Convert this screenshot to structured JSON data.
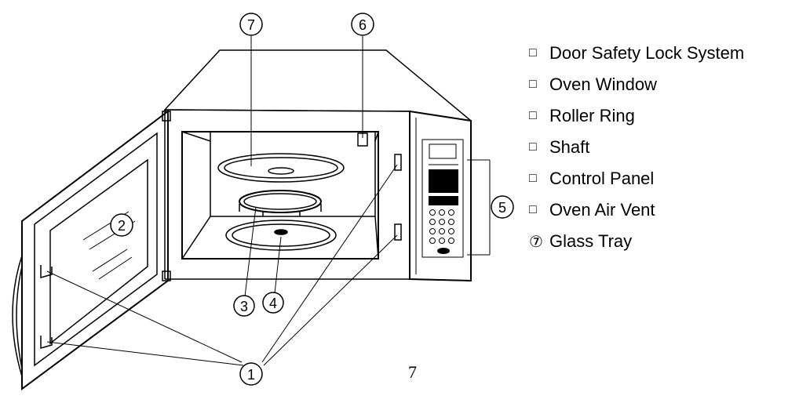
{
  "legend": [
    {
      "marker": "□",
      "label": "Door Safety Lock System"
    },
    {
      "marker": "□",
      "label": "Oven Window"
    },
    {
      "marker": "□",
      "label": "Roller Ring"
    },
    {
      "marker": "□",
      "label": "Shaft"
    },
    {
      "marker": "□",
      "label": "Control Panel"
    },
    {
      "marker": "□",
      "label": "Oven Air Vent"
    },
    {
      "marker": "⑦",
      "label": "Glass Tray"
    }
  ],
  "callouts": {
    "c1": "1",
    "c2": "2",
    "c3": "3",
    "c4": "4",
    "c5": "5",
    "c6": "6",
    "c7": "7"
  },
  "page_number": "7"
}
